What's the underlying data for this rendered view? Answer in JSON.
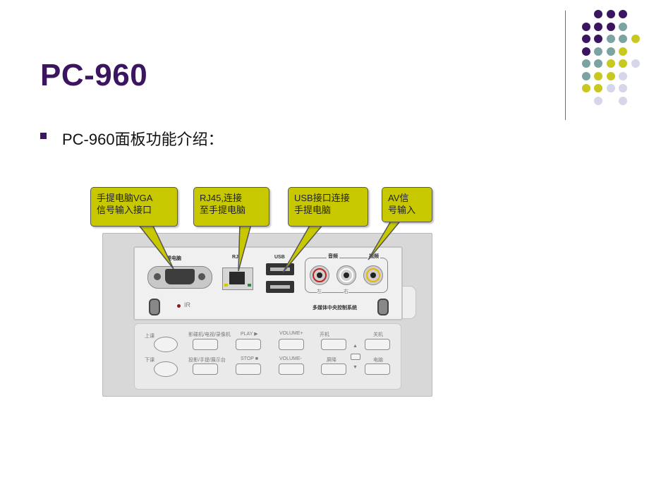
{
  "slide": {
    "title": "PC-960",
    "bullet": "PC-960面板功能介绍："
  },
  "palette": {
    "purple": "#3b1560",
    "teal": "#7ba3a1",
    "yellow": "#c8c820",
    "lavender": "#d6d6ea"
  },
  "callouts": [
    {
      "line1": "手提电脑VGA",
      "line2": "信号输入接口"
    },
    {
      "line1": "RJ45,连接",
      "line2": "至手提电脑"
    },
    {
      "line1": "USB接口连接",
      "line2": "手提电脑"
    },
    {
      "line1": "AV信",
      "line2": "号输入"
    }
  ],
  "panel": {
    "vga_label": "提电脑",
    "rj_label": "RJ",
    "usb_label": "USB",
    "audio_label": "音频",
    "video_label": "视频",
    "left_ch": "左",
    "right_ch": "右",
    "ir_label": "IR",
    "brand": "多媒体中央控制系统",
    "row1_left": "上课",
    "row2_left": "下课",
    "buttons_row1": [
      "影碟机/电视/录像机",
      "PLAY ▶",
      "VOLUME+",
      "开机",
      "关机"
    ],
    "buttons_row2": [
      "投影/手提/展示台",
      "STOP ■",
      "VOLUME-",
      "屏降",
      "电脑"
    ],
    "mid_up": "▲",
    "mid_down": "▼"
  }
}
